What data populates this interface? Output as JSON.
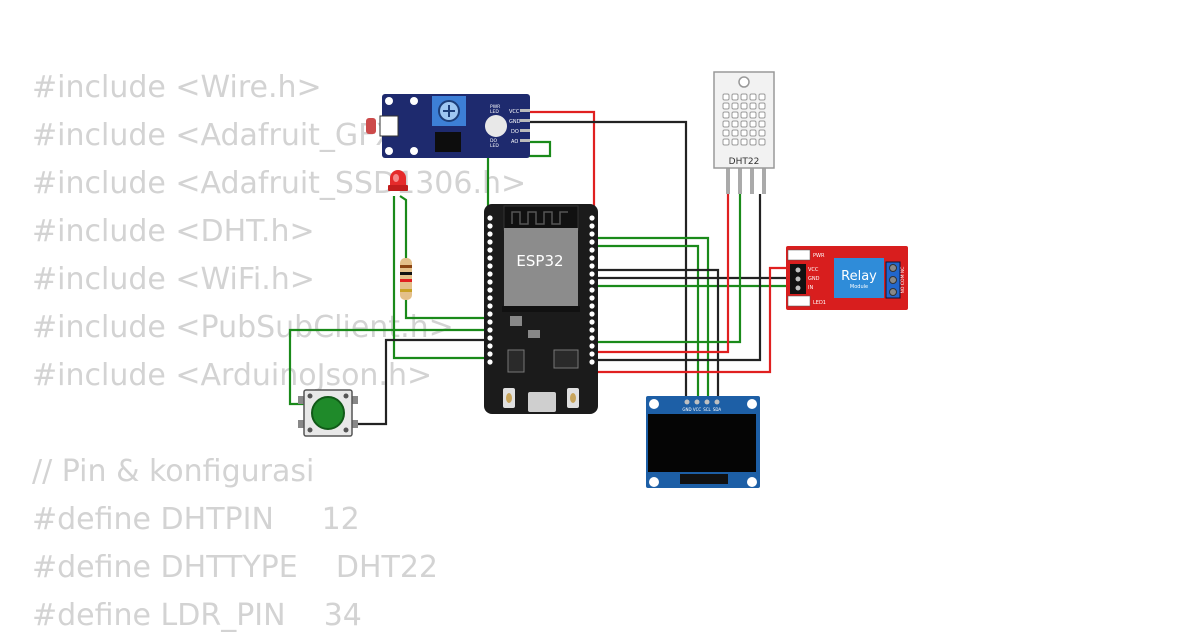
{
  "code": {
    "lines": [
      "#include <Wire.h>",
      "#include <Adafruit_GFX.h>",
      "#include <Adafruit_SSD1306.h>",
      "#include <DHT.h>",
      "#include <WiFi.h>",
      "#include <PubSubClient.h>",
      "#include <ArduinoJson.h>",
      "",
      "// Pin & konfigurasi",
      "#define DHTPIN     12",
      "#define DHTTYPE    DHT22",
      "#define LDR_PIN    34"
    ]
  },
  "components": {
    "esp32": {
      "label": "ESP32"
    },
    "dht22": {
      "label": "DHT22"
    },
    "relay": {
      "title": "Relay",
      "subtitle": "Module",
      "pins": [
        "VCC",
        "GND",
        "IN"
      ],
      "indicators": [
        "PWR",
        "LED1"
      ],
      "terminals": "NO COM NC"
    },
    "oled": {
      "pins": [
        "GND",
        "VCC",
        "SCL",
        "SDA"
      ]
    },
    "ldr_module": {
      "pins": [
        "VCC",
        "GND",
        "DO",
        "AO"
      ],
      "indicators": [
        "PWR LED",
        "DO LED"
      ]
    }
  },
  "colors": {
    "wire_red": "#e02020",
    "wire_green": "#1a8a1a",
    "wire_black": "#222222",
    "code_text": "#d3d3d3",
    "esp32_board": "#1b1b1b",
    "ldr_board": "#1e2a6e",
    "relay_board": "#d81e1e",
    "oled_board": "#1d5fa6",
    "button_cap": "#1f8a2a"
  }
}
